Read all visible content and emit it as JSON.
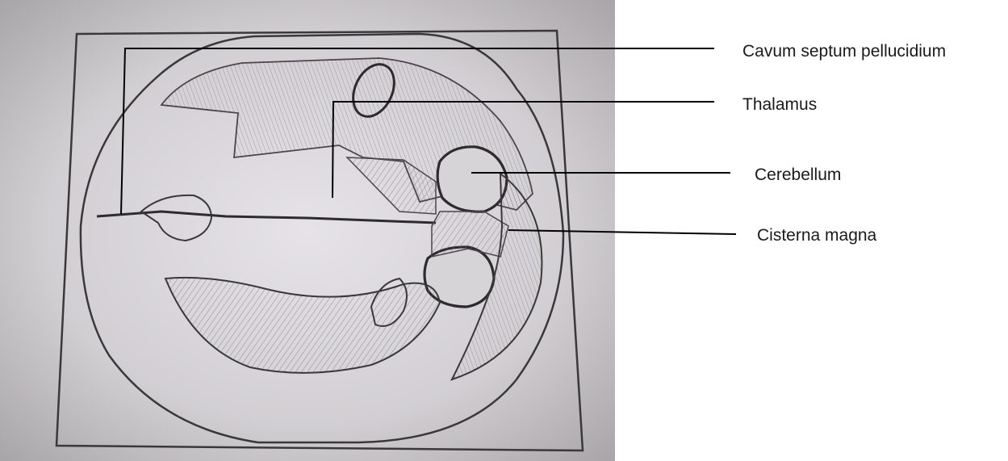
{
  "labels": {
    "cavum_septum_pellucidum": "Cavum septum pellucidium",
    "thalamus": "Thalamus",
    "cerebellum": "Cerebellum",
    "cisterna_magna": "Cisterna magna"
  },
  "colors": {
    "paper": "#c9c7c9",
    "paper_light": "#e4e2e6",
    "pencil": "#3a3838",
    "shading": "#8a8589",
    "leader_line": "#000000",
    "text": "#1a1a1a"
  }
}
